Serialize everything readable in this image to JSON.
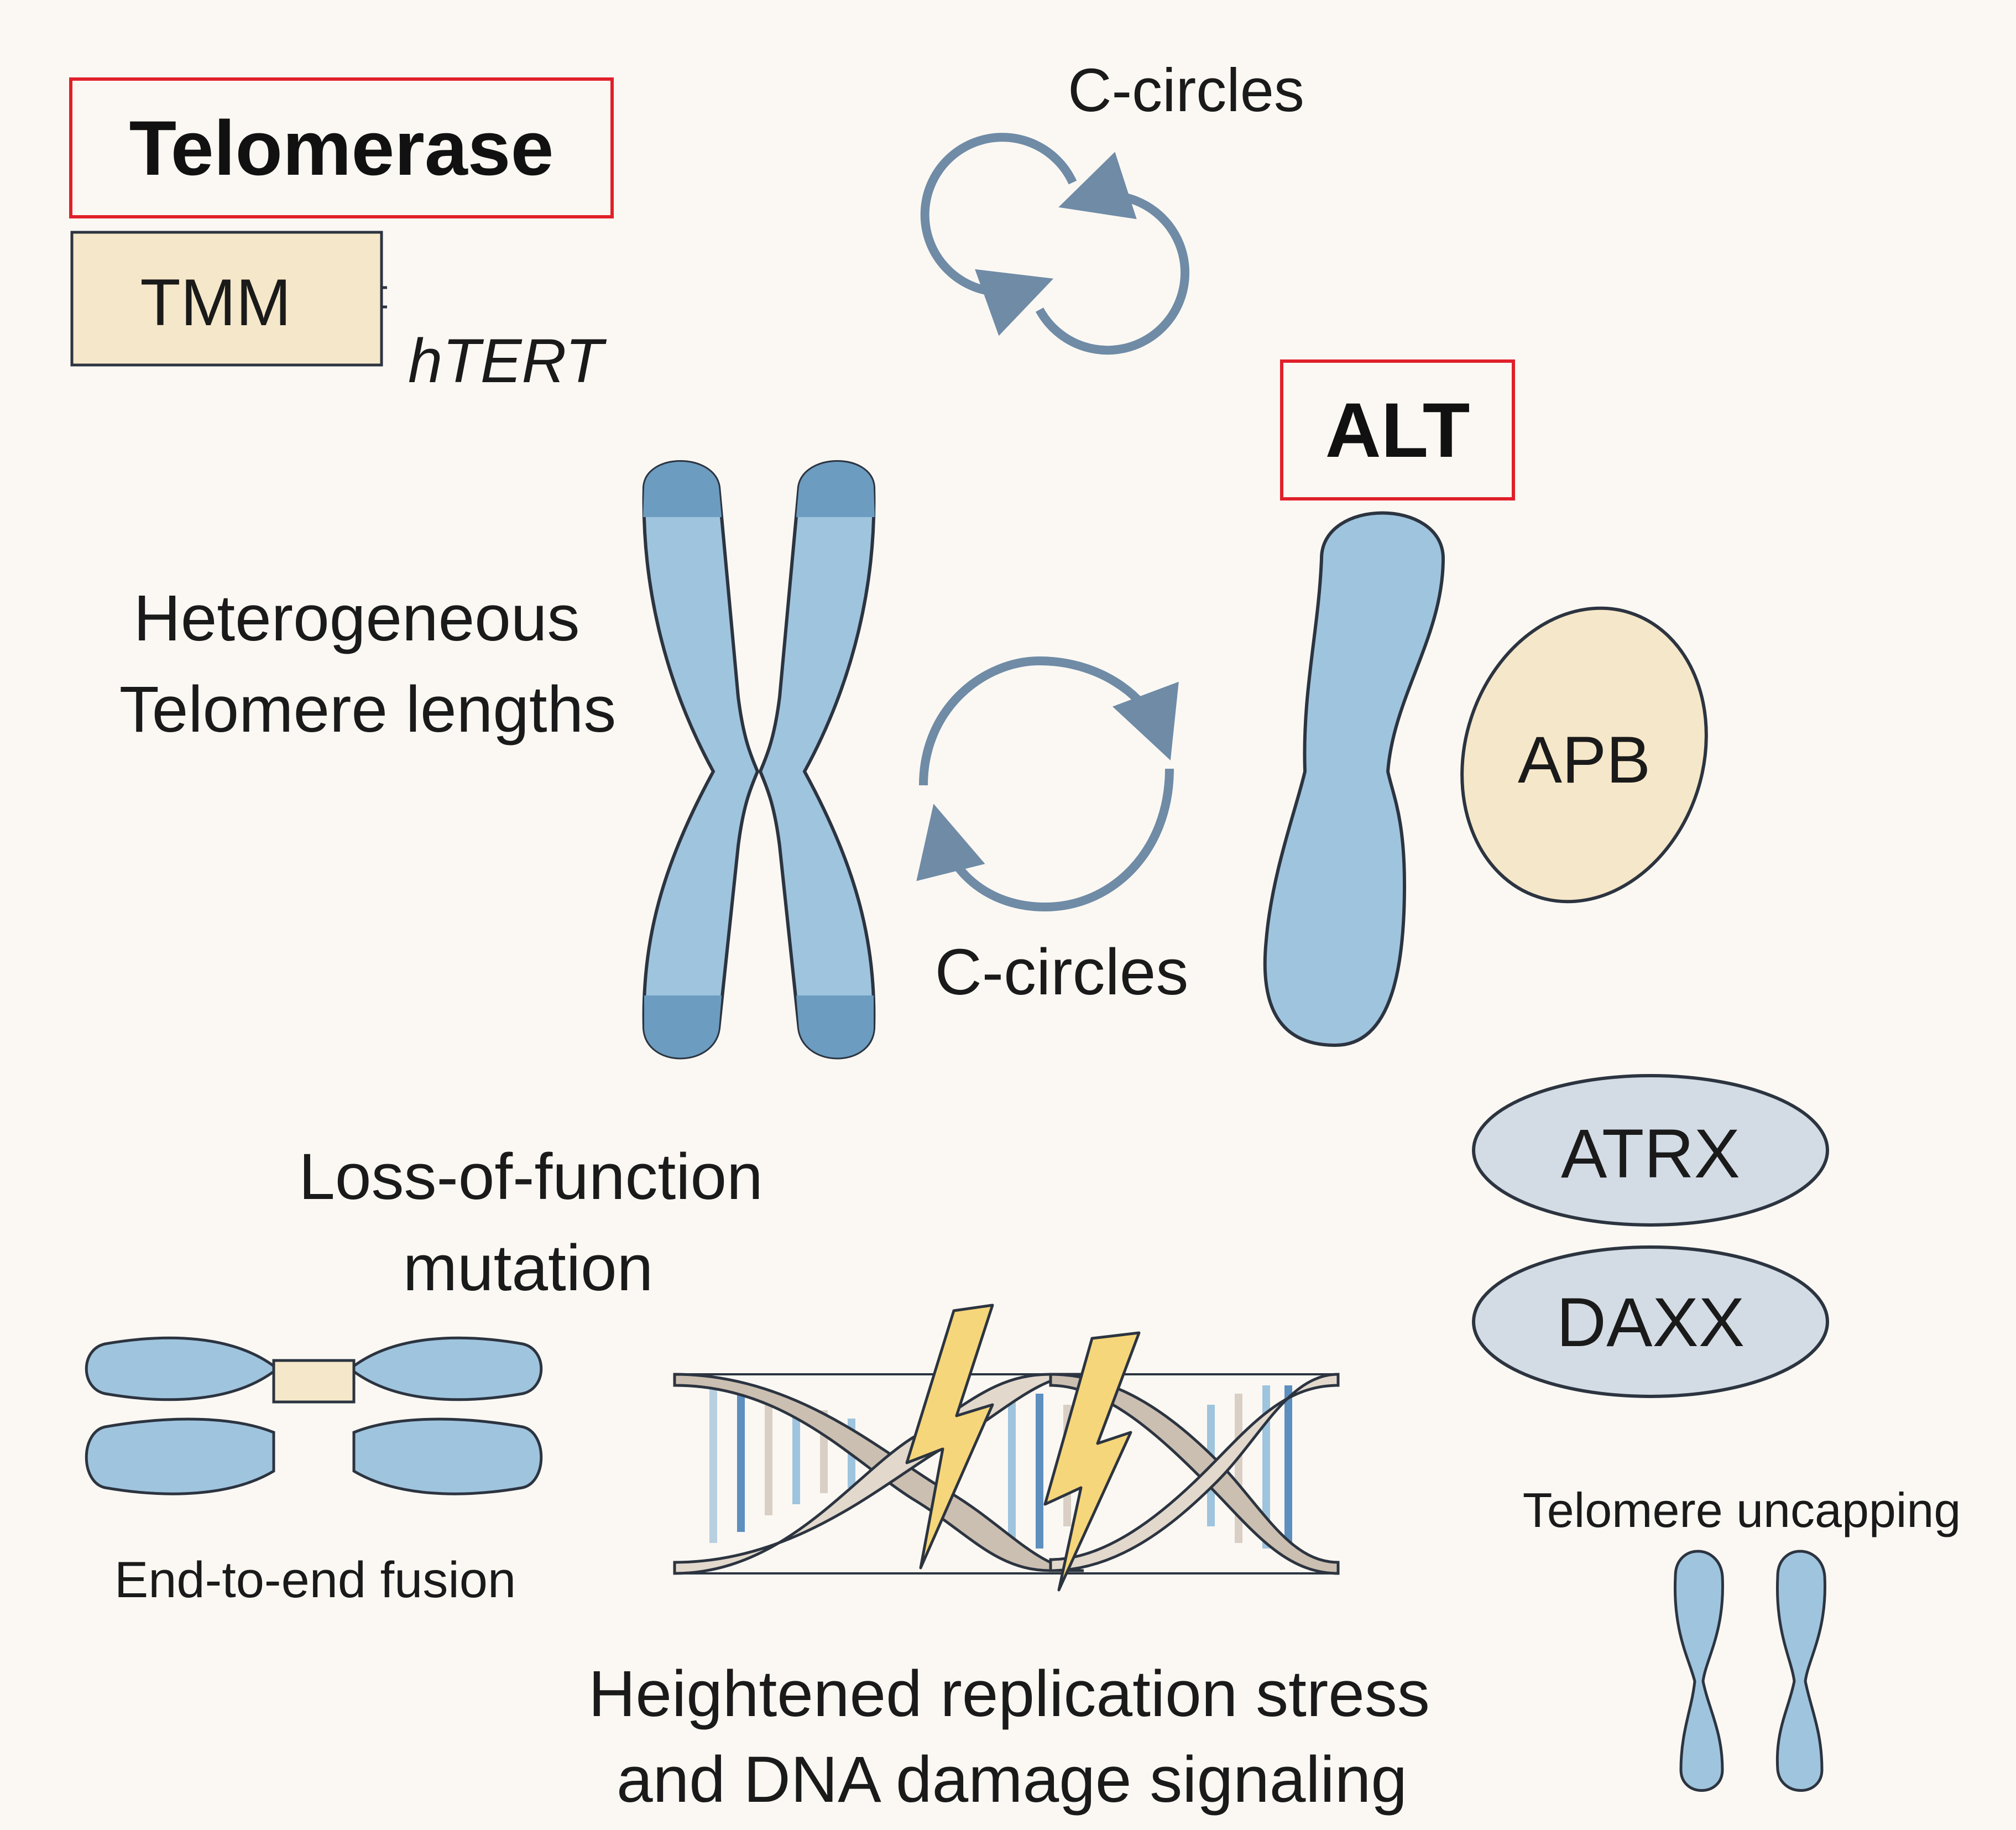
{
  "labels": {
    "telomerase": "Telomerase",
    "tmm": "TMM",
    "htert": "hTERT",
    "c_circles_top": "C-circles",
    "alt": "ALT",
    "hetero_line1": "Heterogeneous",
    "hetero_line2": "Telomere lengths",
    "apb": "APB",
    "c_circles_mid": "C-circles",
    "atrx": "ATRX",
    "daxx": "DAXX",
    "lof_line1": "Loss-of-function",
    "lof_line2": "mutation",
    "fusion": "End-to-end fusion",
    "uncapping": "Telomere uncapping",
    "stress_line1": "Heightened replication stress",
    "stress_line2": "and DNA damage signaling"
  },
  "colors": {
    "chromosome": "#9fc4de",
    "chromosome_dark": "#6c9cc0",
    "outline": "#2c3440",
    "beige": "#f5e7c9",
    "arrow": "#6f8ba6",
    "oval_gray": "#d3dce5",
    "bolt": "#f6d67a",
    "red_box": "#e0202a"
  }
}
